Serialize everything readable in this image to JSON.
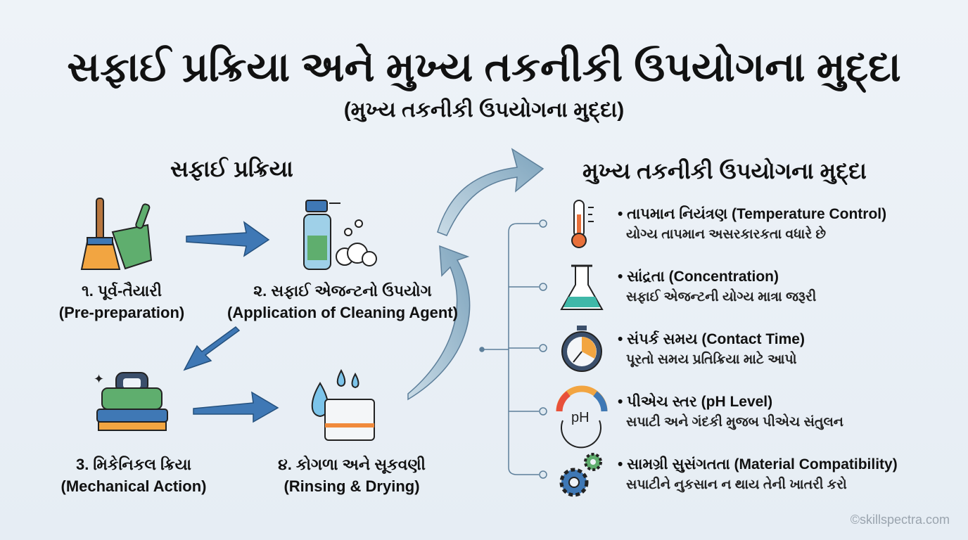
{
  "title": "સફાઈ પ્રક્રિયા અને મુખ્ય તકનીકી ઉપયોગના મુદ્દા",
  "subtitle": "(મુખ્ય તકનીકી ઉપયોગના મુદ્દા)",
  "process": {
    "heading": "સફાઈ પ્રક્રિયા",
    "steps": [
      {
        "label": "૧. પૂર્વ-તૈયારી",
        "english": "(Pre-preparation)",
        "icon": "broom-dustpan-icon"
      },
      {
        "label": "૨. સફાઈ એજન્ટનો ઉપયોગ",
        "english": "(Application of Cleaning Agent)",
        "icon": "spray-bottle-icon"
      },
      {
        "label": "3. મિકેનિકલ ક્રિયા",
        "english": "(Mechanical Action)",
        "icon": "scrub-brush-icon"
      },
      {
        "label": "૪. કોગળા અને સૂકવણી",
        "english": "(Rinsing & Drying)",
        "icon": "water-drops-towel-icon"
      }
    ]
  },
  "technical": {
    "heading": "મુખ્ય તકનીકી ઉપયોગના મુદ્દા",
    "points": [
      {
        "title": "• તાપમાન નિયંત્રણ (Temperature Control)",
        "desc": "યોગ્ય તાપમાન અસરકારકતા વધારે છે",
        "icon": "thermometer-icon"
      },
      {
        "title": "• સાંદ્રતા (Concentration)",
        "desc": "સફાઈ એજન્ટની યોગ્ય માત્રા જરૂરી",
        "icon": "flask-icon"
      },
      {
        "title": "• સંપર્ક સમય (Contact Time)",
        "desc": "પૂરતો સમય પ્રતિક્રિયા માટે આપો",
        "icon": "stopwatch-icon"
      },
      {
        "title": "• પીએચ સ્તર (pH Level)",
        "desc": "સપાટી અને ગંદકી મુજબ પીએચ સંતુલન",
        "icon": "ph-gauge-icon",
        "icon_text": "pH"
      },
      {
        "title": "• સામગ્રી સુસંગતતા (Material Compatibility)",
        "desc": "સપાટીને નુકસાન ન થાય તેની ખાતરી કરો",
        "icon": "gears-icon"
      }
    ]
  },
  "watermark": "©skillspectra.com",
  "colors": {
    "arrow": "#3f78b5",
    "curve": "#8fb3c9",
    "line": "#5d7f9a"
  }
}
